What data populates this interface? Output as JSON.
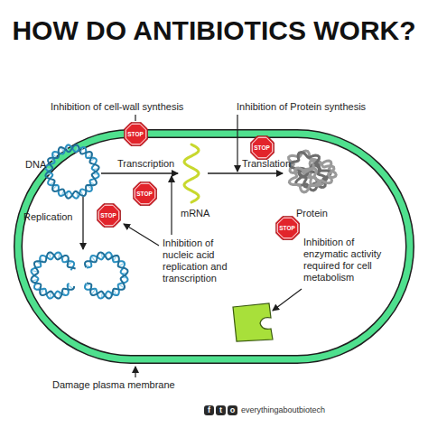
{
  "diagram": {
    "title": "HOW DO ANTIBIOTICS WORK?",
    "nodes": [
      {
        "text": [
          "STOP"
        ]
      },
      {
        "text": [
          "STOP"
        ]
      },
      {
        "text": [
          "STOP"
        ]
      },
      {
        "text": [
          "STOP"
        ]
      },
      {
        "text": [
          "STOP"
        ]
      }
    ],
    "labels": [
      "Inhibition of cell-wall synthesis",
      "Inhibition of Protein synthesis",
      "DNA",
      "Transcription",
      "Translation",
      "mRNA",
      "Protein",
      "Replication",
      "Inhibition of nucleic acid replication and transcription",
      "Inhibition of enzymatic activity required for cell metabolism",
      "Damage plasma membrane",
      "f",
      "t",
      "o",
      "everythingaboutbiotech"
    ]
  }
}
